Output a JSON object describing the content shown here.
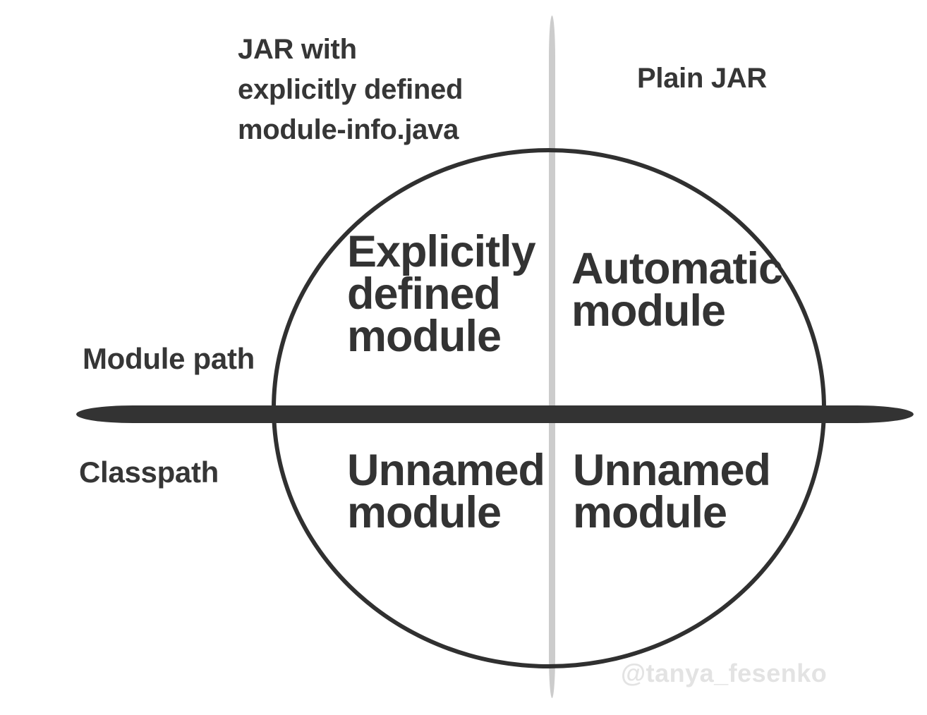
{
  "diagram": {
    "title_semantic": "Java JAR module resolution quadrant diagram",
    "column_labels": {
      "top_left": "JAR with\nexplicitly defined\nmodule-info.java",
      "top_right": "Plain JAR"
    },
    "row_labels": {
      "above_axis": "Module path",
      "below_axis": "Classpath"
    },
    "quadrants": {
      "top_left": "Explicitly\ndefined\nmodule",
      "top_right": "Automatic\nmodule",
      "bottom_left": "Unnamed\nmodule",
      "bottom_right": "Unnamed\nmodule"
    },
    "watermark": "@tanya_fesenko",
    "colors": {
      "background": "#ffffff",
      "text": "#363636",
      "circle_stroke": "#303030",
      "horizontal_axis_bar": "#333333",
      "vertical_divider_line": "#cccccc",
      "watermark_text": "#e3e3e3"
    }
  }
}
